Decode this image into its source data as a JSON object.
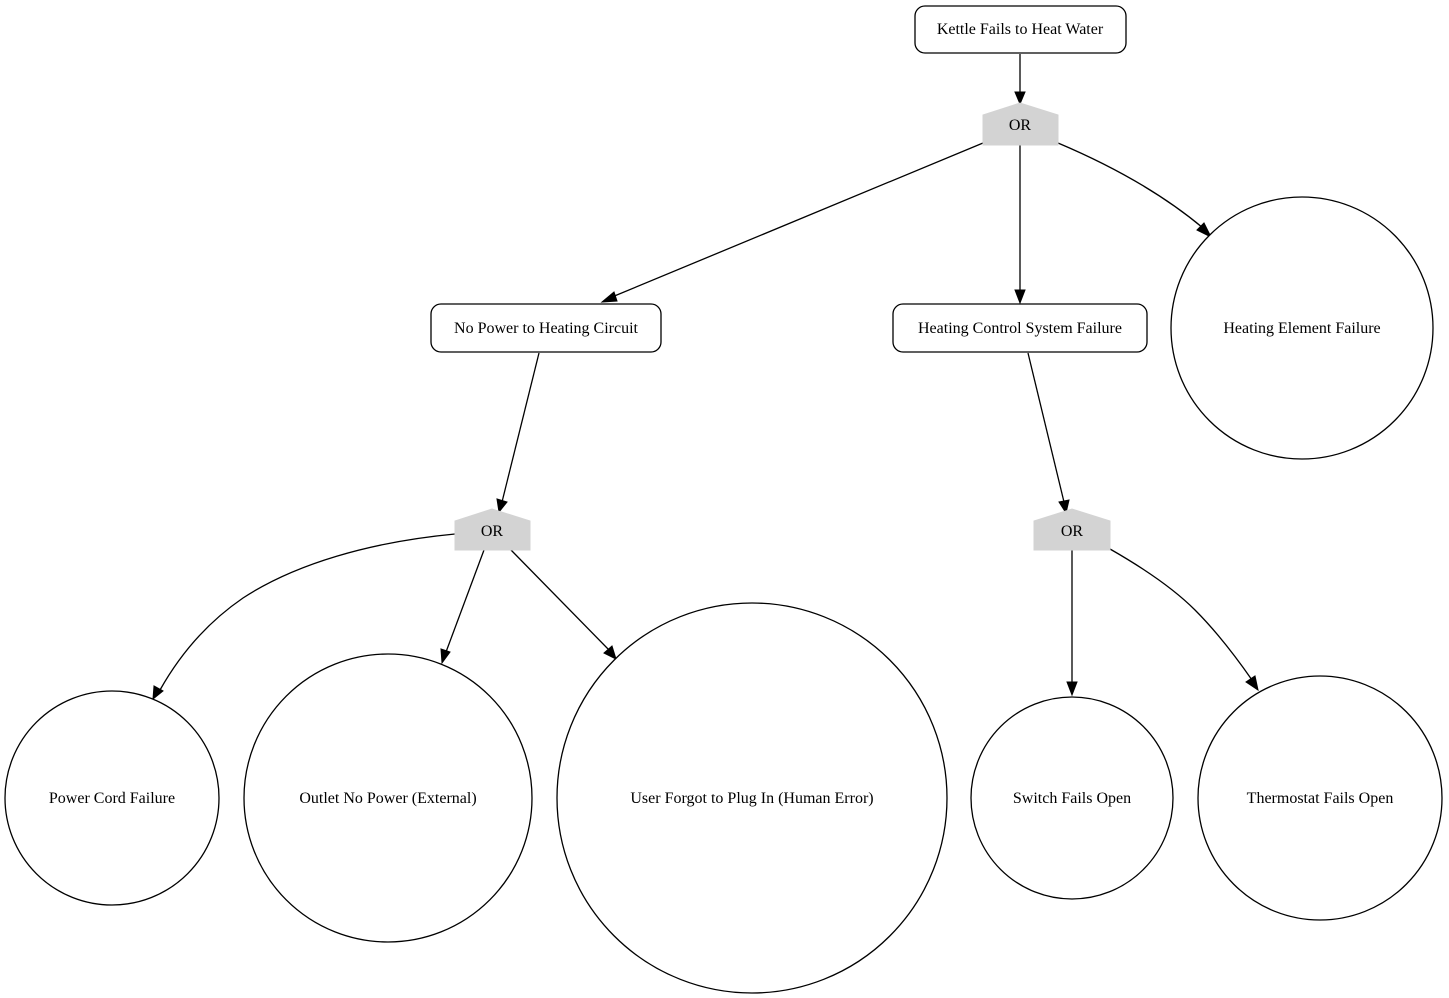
{
  "diagram": {
    "colors": {
      "gate_fill": "#d3d3d3",
      "stroke": "#000000",
      "background": "#ffffff"
    },
    "events": {
      "top": "Kettle Fails to Heat Water",
      "no_power": "No Power to Heating Circuit",
      "control_failure": "Heating Control System Failure",
      "element_failure": "Heating Element Failure",
      "power_cord": "Power Cord Failure",
      "outlet": "Outlet No Power (External)",
      "user_forgot": "User Forgot to Plug In (Human Error)",
      "switch_open": "Switch Fails Open",
      "thermostat_open": "Thermostat Fails Open"
    },
    "gates": {
      "top_gate": "OR",
      "power_gate": "OR",
      "control_gate": "OR"
    }
  }
}
